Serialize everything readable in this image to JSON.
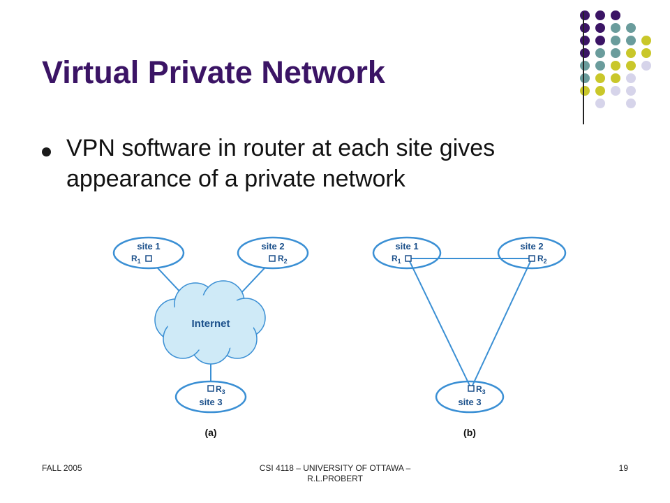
{
  "slide": {
    "title": "Virtual Private Network",
    "bullets": [
      "VPN software in router at each site gives appearance of a private network"
    ]
  },
  "diagram": {
    "a": {
      "label": "(a)",
      "cloud_label": "Internet",
      "sites": [
        {
          "name": "site 1",
          "router": "R",
          "sub": "1"
        },
        {
          "name": "site 2",
          "router": "R",
          "sub": "2"
        },
        {
          "name": "site 3",
          "router": "R",
          "sub": "3"
        }
      ]
    },
    "b": {
      "label": "(b)",
      "sites": [
        {
          "name": "site 1",
          "router": "R",
          "sub": "1"
        },
        {
          "name": "site 2",
          "router": "R",
          "sub": "2"
        },
        {
          "name": "site 3",
          "router": "R",
          "sub": "3"
        }
      ]
    }
  },
  "footer": {
    "left": "FALL 2005",
    "center_line1": "CSI 4118 – UNIVERSITY OF OTTAWA –",
    "center_line2": "R.L.PROBERT",
    "page_number": "19"
  },
  "colors": {
    "title": "#3b1465",
    "dot_purple": "#3b1465",
    "dot_teal": "#6a9c9c",
    "dot_yellow": "#c9c72a",
    "dot_lavender": "#d6d4ea",
    "diagram_stroke": "#3a8fd4",
    "cloud_fill": "#cfeaf7",
    "label_blue": "#1a4f8a"
  }
}
